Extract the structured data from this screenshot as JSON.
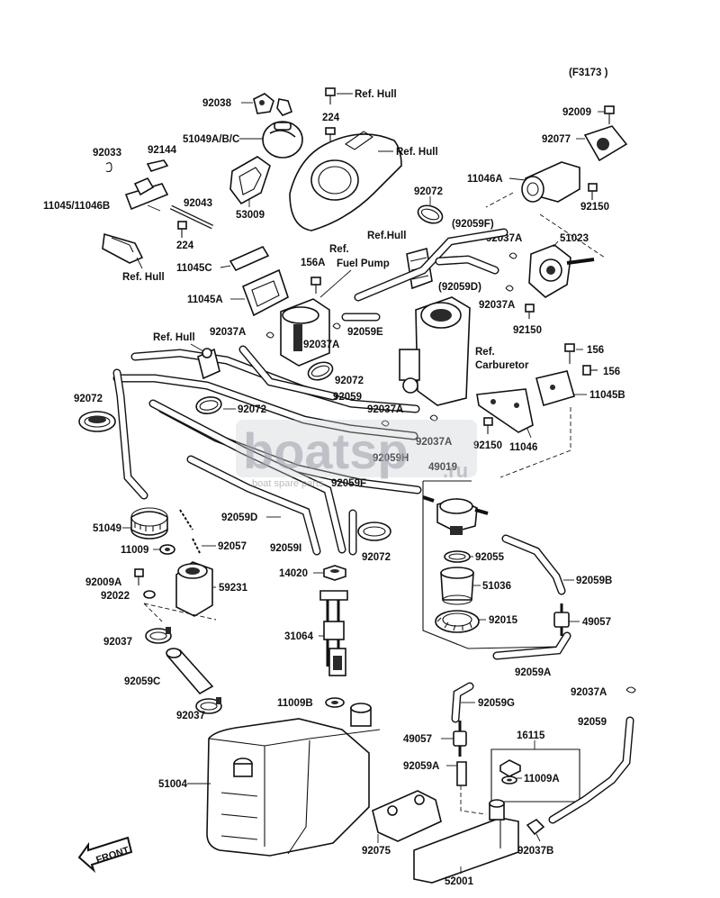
{
  "figure_code": "(F3173 )",
  "watermark": {
    "logo": "boatsp",
    "suffix": ".ru",
    "subtitle": "boat spare parts"
  },
  "front_label": "FRONT",
  "labels": {
    "p92038": "92038",
    "ref_hull_top": "Ref. Hull",
    "p224_top": "224",
    "p51049abc": "51049A/B/C",
    "ref_hull_mid": "Ref. Hull",
    "p92033": "92033",
    "p92144": "92144",
    "p53009": "53009",
    "p11045_11046b": "11045/11046B",
    "p92043": "92043",
    "p224_left": "224",
    "ref_hull_left": "Ref. Hull",
    "p92009": "92009",
    "p92077": "92077",
    "p11046a": "11046A",
    "p92150_top": "92150",
    "p92072_top": "92072",
    "p92059f_paren": "(92059F)",
    "ref_hull_pump": "Ref.Hull",
    "p92037a_r1": "92037A",
    "p51023": "51023",
    "p11045c": "11045C",
    "p156a": "156A",
    "ref_fuel_pump_1": "Ref.",
    "ref_fuel_pump_2": "Fuel Pump",
    "p92059d_paren": "(92059D)",
    "p92037a_r2": "92037A",
    "p92150_mid": "92150",
    "p11045a": "11045A",
    "p92037a_l": "92037A",
    "p92037a_c": "92037A",
    "p92059e": "92059E",
    "ref_carb_1": "Ref.",
    "ref_carb_2": "Carburetor",
    "p156_top": "156",
    "p156_r": "156",
    "ref_hull_hose": "Ref. Hull",
    "p92072_c": "92072",
    "p11045b": "11045B",
    "p92072_l": "92072",
    "p92072_m": "92072",
    "p92059": "92059",
    "p92037a_m": "92037A",
    "p92037a_m2": "92037A",
    "p92150_low": "92150",
    "p11046": "11046",
    "p92059h": "92059H",
    "p49019": "49019",
    "p92059f": "92059F",
    "p51049": "51049",
    "p92059d": "92059D",
    "p11009": "11009",
    "p92057": "92057",
    "p92059i": "92059I",
    "p92072_low": "92072",
    "p92055": "92055",
    "p92059b": "92059B",
    "p92009a": "92009A",
    "p14020": "14020",
    "p51036": "51036",
    "p92022": "92022",
    "p59231": "59231",
    "p92015": "92015",
    "p49057_r": "49057",
    "p92037_a": "92037",
    "p31064": "31064",
    "p92059a_r": "92059A",
    "p92059c": "92059C",
    "p11009b": "11009B",
    "p92059g": "92059G",
    "p92037a_far": "92037A",
    "p92037_b": "92037",
    "p92059_far": "92059",
    "p16115": "16115",
    "p49057_c": "49057",
    "p51004": "51004",
    "p92059a_c": "92059A",
    "p11009a": "11009A",
    "p92075": "92075",
    "p92037b": "92037B",
    "p52001": "52001"
  }
}
